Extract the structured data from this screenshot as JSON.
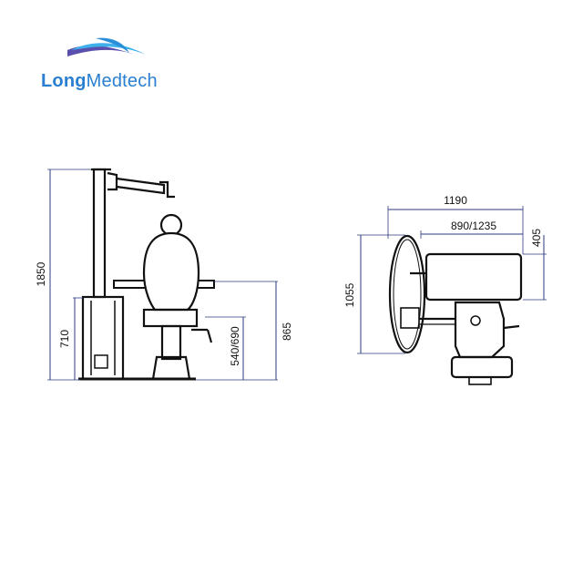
{
  "logo": {
    "bold": "Long",
    "regular": "Medtech",
    "colors": {
      "wave_light": "#3fb0ea",
      "wave_dark": "#5b4fae",
      "text": "#2a7fd0"
    }
  },
  "side_view": {
    "dimensions": {
      "total_height": "1850",
      "base_height": "710",
      "seat_height": "540/690",
      "armrest_height": "865"
    }
  },
  "top_view": {
    "dimensions": {
      "total_width": "1190",
      "table_width": "890/1235",
      "table_depth": "405",
      "total_depth": "1055"
    }
  },
  "colors": {
    "dimension_line": "#2c3a7e",
    "drawing": "#111111"
  }
}
